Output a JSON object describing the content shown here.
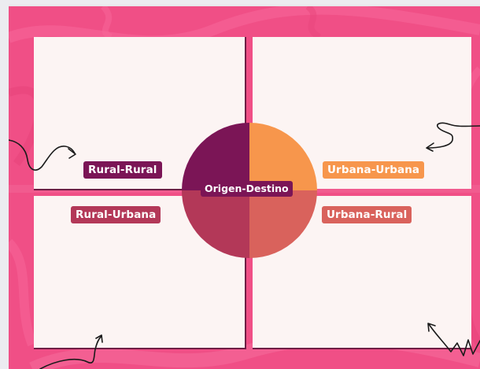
{
  "diagram": {
    "center_label": "Origen-Destino",
    "quadrants": [
      {
        "id": "top-left",
        "label": "Rural-Rural",
        "color": "#7b1556"
      },
      {
        "id": "top-right",
        "label": "Urbana-Urbana",
        "color": "#f7964c"
      },
      {
        "id": "bottom-left",
        "label": "Rural-Urbana",
        "color": "#b33858"
      },
      {
        "id": "bottom-right",
        "label": "Urbana-Rural",
        "color": "#d9625c"
      }
    ]
  },
  "colors": {
    "background": "#f04f86",
    "panel": "#fcf4f3",
    "border": "#6e1f45"
  }
}
